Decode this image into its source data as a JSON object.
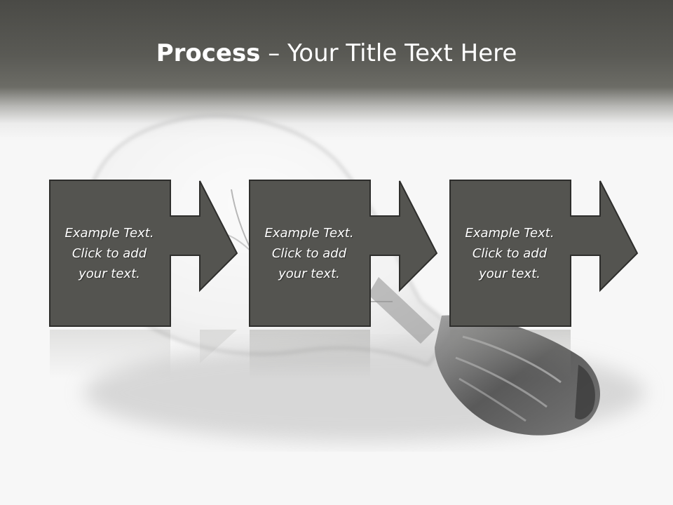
{
  "slide": {
    "title_bold": "Process",
    "title_rest": " – Your Title Text Here",
    "box_fill": "#545450",
    "box_stroke": "#2e2e2c",
    "steps": [
      {
        "lines": [
          "Example Text.",
          "Click  to add",
          "your text."
        ]
      },
      {
        "lines": [
          "Example Text.",
          "Click  to add",
          "your text."
        ]
      },
      {
        "lines": [
          "Example Text.",
          "Click  to add",
          "your text."
        ]
      }
    ]
  }
}
